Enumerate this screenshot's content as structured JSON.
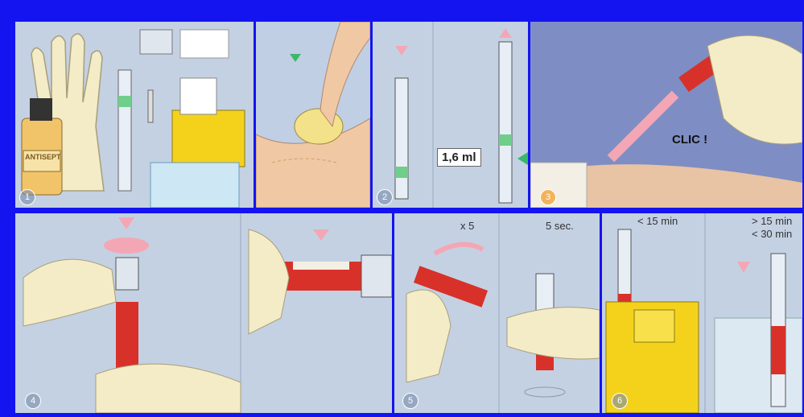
{
  "steps": [
    {
      "number": "1",
      "bottle_label": "ANTISEPT"
    },
    {
      "number": "2",
      "dose_label": "1,6 ml"
    },
    {
      "number": "3",
      "click_label": "CLIC !"
    },
    {
      "number": "4"
    },
    {
      "number": "5",
      "times_label": "x 5",
      "seconds_label": "5 sec."
    },
    {
      "number": "6",
      "time_short": "< 15 min",
      "time_long_a": "> 15 min",
      "time_long_b": "< 30 min"
    }
  ],
  "colors": {
    "frame": "#1414f0",
    "panel": "#bccbe1",
    "blood": "#d8312a",
    "glove": "#f3ecc6",
    "yellow": "#f4d21c"
  }
}
